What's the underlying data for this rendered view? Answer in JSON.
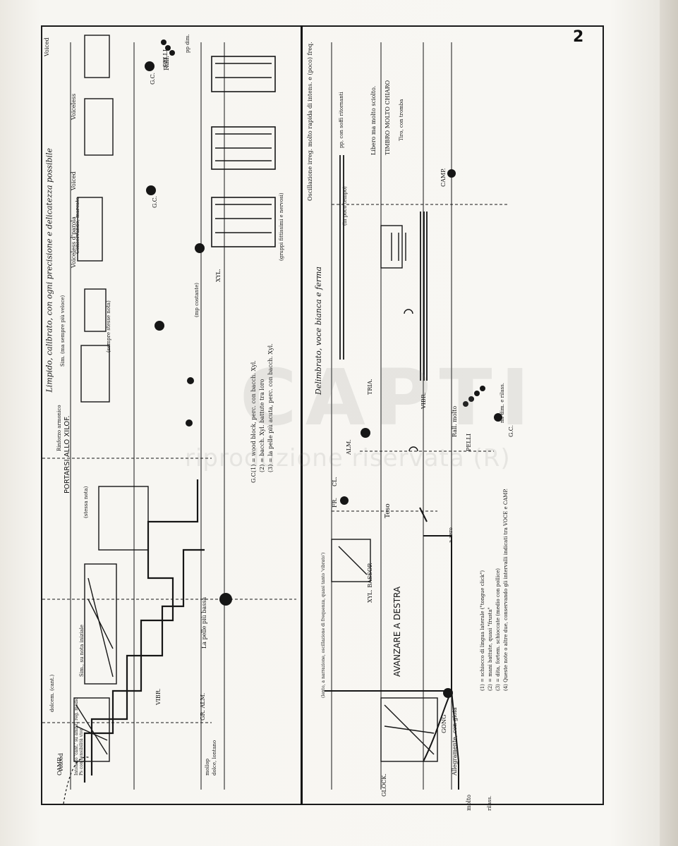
{
  "page": {
    "number": "2",
    "watermark_logo": "CAPTI",
    "watermark_text": "riproduzione riservata (R)"
  },
  "left_system": {
    "tempo_marking": "Limpido, calibrato, con ogni precisione e delicatezza possibile",
    "voice_labels": [
      "Voiced",
      "Voiceless d'parola",
      "Voiceless",
      "Voiced",
      "Voiced"
    ],
    "instruments": [
      "CAMP.",
      "VIBR.",
      "GR. ALM.",
      "XYL.",
      "G.C.",
      "G.C.",
      "G.C.",
      "PELLI"
    ],
    "directions": [
      "Intonato 'cant.' su ambiti reg. medio",
      "Ps con sensibilità viva",
      "dolcem. (cant.)",
      "Sim., su nota iniziale",
      "PORTARSI ALLO XILOF.",
      "(stessa nota)",
      "La pelle più bassa",
      "Rinforzo armonico",
      "Sim. (ma sempre più veloce)",
      "(sempre stesse nota)",
      "Conservando, marcato",
      "(gruppi fittissimi e nervosi)",
      "(mp costante)",
      "mollop",
      "dolce, lontano",
      "Rall.",
      "pp dim."
    ],
    "footnotes": [
      "(1) = wood block, perc. con bacch. Xyl.",
      "(2) = bacch. Xyl. battute tra loro",
      "(3) = la pelle più acuta, perc. con bacch. Xyl."
    ]
  },
  "right_system": {
    "tempo_marking": "Delimbrato, voce bianca e ferma",
    "section_title": "AVANZARE A DESTRA",
    "instruments": [
      "GLOCK.",
      "GONG",
      "XYL. BASSOP.",
      "TRIA.",
      "VIBR.",
      "CAMP.",
      "ALM.",
      "CL.",
      "FR.",
      "G.C.",
      "PELLI"
    ],
    "directions": [
      "Oscillazione irreg. molto rapida di intens. e (poco) freq.",
      "pp, con soffi ritornanti",
      "Libero ma molto sciolto.",
      "TIMBRO MOLTO CHIARO",
      "Tiro, con tromba",
      "(in poco tempo)",
      "Teso",
      "Rall. molto",
      "mf dim. e rilass.",
      "Allegramente, con gioia",
      "(lento, a narrazione, oscillazione di frequenza, quasi tanto 'vibrato')",
      "a zero",
      "molto",
      "rilass."
    ],
    "footnotes": [
      "(1) = schiocco di lingua laterale (\"tongue click\")",
      "(2) = mani battute, quasi \"frusta\"",
      "(3) = dita, fortem. schioccate (medio con pollice)",
      "(4) Queste note o altre due, conservando gli intervalli indicati tra VOCE e CAMP."
    ]
  }
}
